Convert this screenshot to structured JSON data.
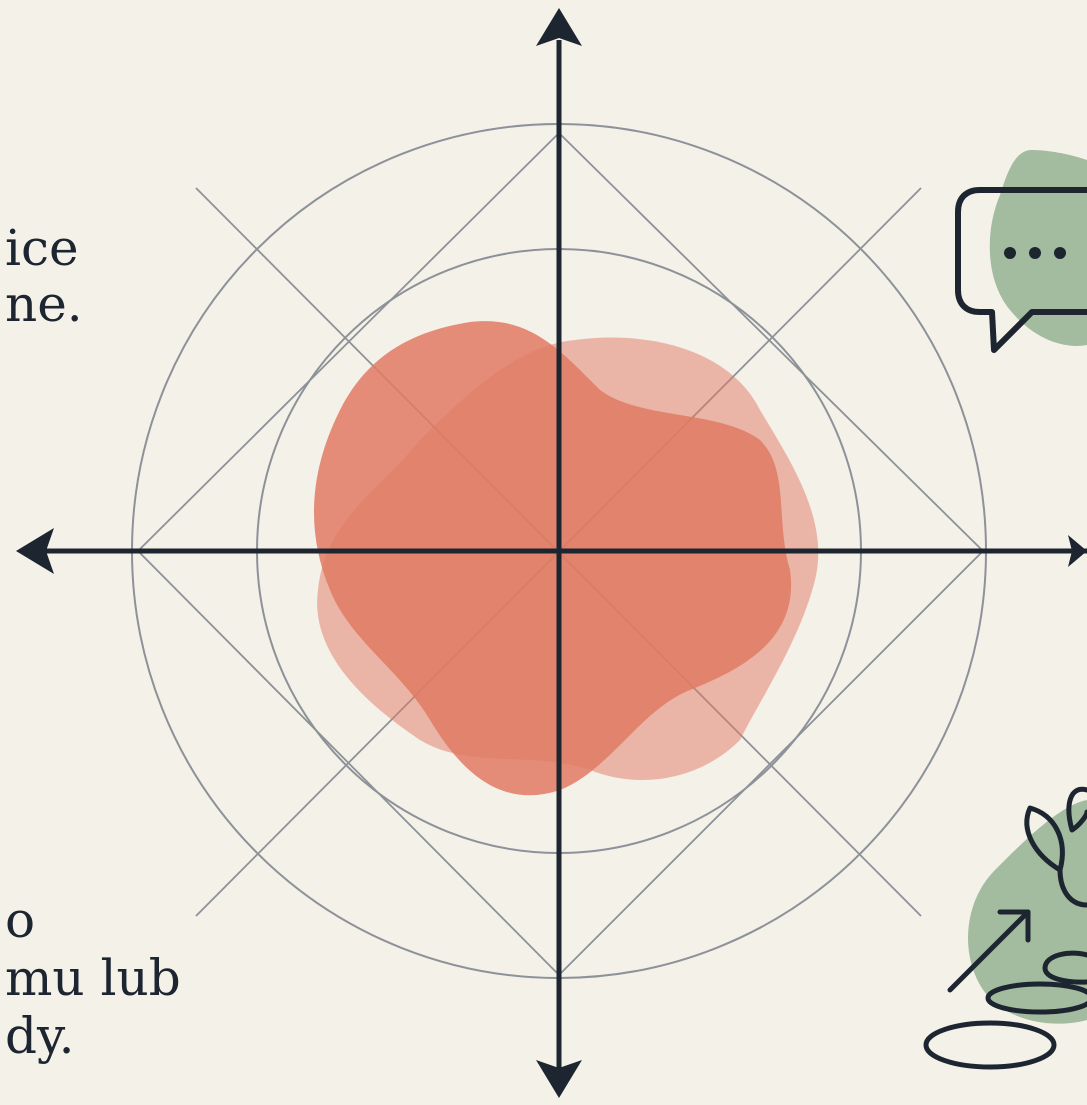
{
  "fragments": {
    "top": [
      "ice",
      "ne."
    ],
    "bottom": [
      "o",
      "mu lub",
      "dy."
    ]
  },
  "colors": {
    "background": "#f4f1e9",
    "ink": "#1c2530",
    "guide_lines": "#8d9298",
    "blob": "#e07a63",
    "green_blob": "#8fae8b",
    "icon_stroke": "#1c2530"
  },
  "icons": {
    "chat": "speech-bubble-ellipsis-icon",
    "growth": "plant-arrow-icon"
  }
}
